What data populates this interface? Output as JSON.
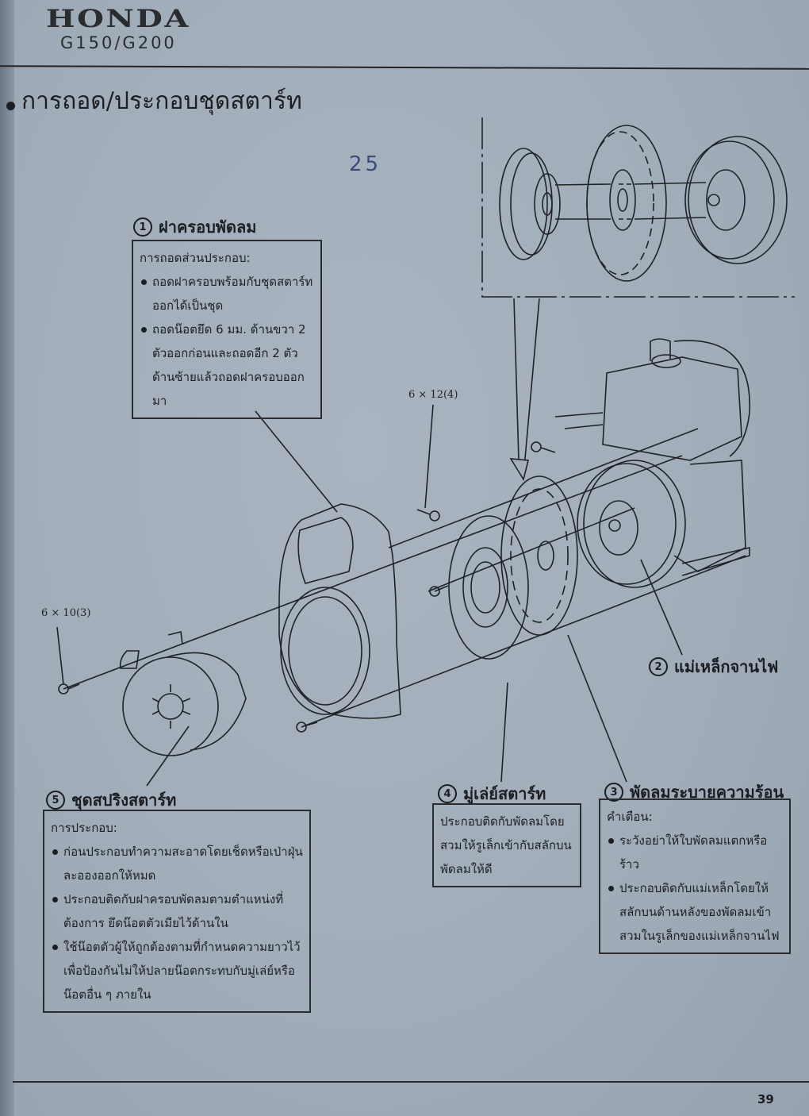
{
  "header": {
    "brand": "HONDA",
    "model": "G150/G200"
  },
  "section_title": "การถอด/ประกอบชุดสตาร์ท",
  "handwritten_note": "25",
  "fasteners": {
    "cover_bolts": "6 × 12(4)",
    "starter_bolts": "6 × 10(3)"
  },
  "callouts": [
    {
      "number": "1",
      "label": "ฝาครอบพัดลม",
      "box_heading": "การถอดส่วนประกอบ:",
      "bullets": [
        "ถอดฝาครอบพร้อมกับชุดสตาร์ทออกได้เป็นชุด",
        "ถอดน๊อตยึด 6 มม. ด้านขวา 2 ตัวออกก่อนและถอดอีก 2 ตัวด้านซ้ายแล้วถอดฝาครอบออกมา"
      ]
    },
    {
      "number": "2",
      "label": "แม่เหล็กจานไฟ"
    },
    {
      "number": "3",
      "label": "พัดลมระบายความร้อน",
      "box_heading": "คำเตือน:",
      "bullets": [
        "ระวังอย่าให้ใบพัดลมแตกหรือร้าว",
        "ประกอบติดกับแม่เหล็กโดยให้สลักบนด้านหลังของพัดลมเข้าสวมในรูเล็กของแม่เหล็กจานไฟ"
      ]
    },
    {
      "number": "4",
      "label": "มู่เล่ย์สตาร์ท",
      "box_text": "ประกอบติดกับพัดลมโดยสวมให้รูเล็กเข้ากับสลักบนพัดลมให้ดี"
    },
    {
      "number": "5",
      "label": "ชุดสปริงสตาร์ท",
      "box_heading": "การประกอบ:",
      "bullets": [
        "ก่อนประกอบทำความสะอาดโดยเช็ดหรือเป่าฝุ่นละอองออกให้หมด",
        "ประกอบติดกับฝาครอบพัดลมตามตำแหน่งที่ต้องการ ยึดน๊อตตัวเมียไว้ด้านใน",
        "ใช้น๊อตตัวผู้ให้ถูกต้องตามที่กำหนดความยาวไว้เพื่อป้องกันไม่ให้ปลายน๊อตกระทบกับมู่เล่ย์หรือน๊อตอื่น ๆ ภายใน"
      ]
    }
  ],
  "page_number": "39"
}
